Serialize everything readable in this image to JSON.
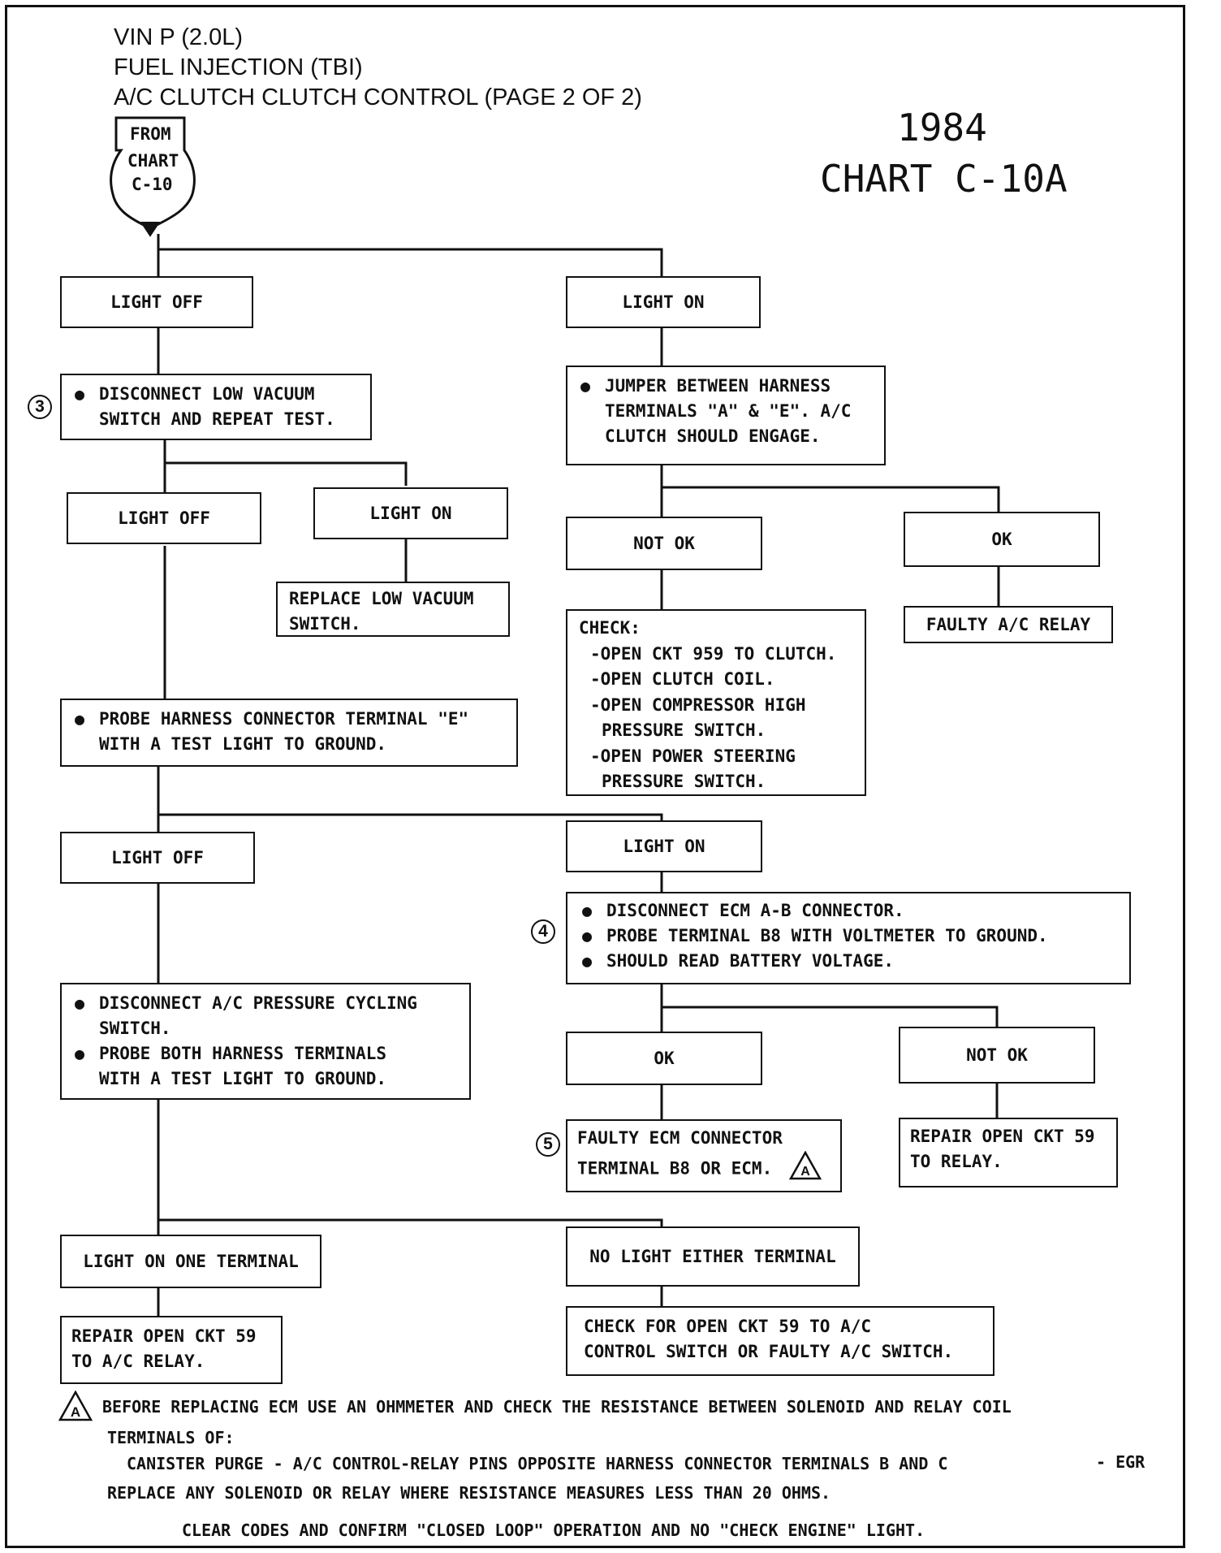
{
  "header": {
    "line1": "VIN P (2.0L)",
    "line2": "FUEL INJECTION (TBI)",
    "line3": "A/C CLUTCH CLUTCH CONTROL (PAGE 2 OF 2)",
    "year": "1984",
    "chart_title": "CHART C-10A"
  },
  "start_marker": {
    "line1": "FROM",
    "line2": "CHART",
    "line3": "C-10"
  },
  "left_column": {
    "light_off_1": "LIGHT OFF",
    "step3": {
      "callout": "3",
      "line1": "DISCONNECT LOW VACUUM",
      "line2": "SWITCH AND REPEAT TEST."
    },
    "light_off_2": "LIGHT OFF",
    "light_on_2": "LIGHT ON",
    "replace_vacuum": {
      "line1": "REPLACE LOW VACUUM",
      "line2": "SWITCH."
    },
    "probe_e": {
      "line1": "PROBE HARNESS CONNECTOR TERMINAL \"E\"",
      "line2": "WITH A TEST LIGHT TO GROUND."
    },
    "light_off_3": "LIGHT OFF",
    "disconnect_cycling": {
      "line1": "DISCONNECT A/C PRESSURE CYCLING",
      "line2": "SWITCH.",
      "line3": "PROBE BOTH HARNESS TERMINALS",
      "line4": "WITH A TEST LIGHT TO GROUND."
    },
    "light_on_one_terminal": "LIGHT ON ONE TERMINAL",
    "repair_59_relay": {
      "line1": "REPAIR OPEN CKT 59",
      "line2": "TO A/C RELAY."
    }
  },
  "right_column": {
    "light_on_1": "LIGHT ON",
    "jumper": {
      "line1": "JUMPER BETWEEN HARNESS",
      "line2": "TERMINALS \"A\" & \"E\". A/C",
      "line3": "CLUTCH SHOULD ENGAGE."
    },
    "not_ok_1": "NOT OK",
    "ok_1": "OK",
    "faulty_relay": "FAULTY A/C RELAY",
    "check_list": {
      "title": "CHECK:",
      "item1": "-OPEN CKT 959 TO CLUTCH.",
      "item2": "-OPEN CLUTCH COIL.",
      "item3a": "-OPEN COMPRESSOR HIGH",
      "item3b": "PRESSURE SWITCH.",
      "item4a": "-OPEN POWER STEERING",
      "item4b": "PRESSURE SWITCH."
    },
    "light_on_2": "LIGHT ON",
    "step4": {
      "callout": "4",
      "line1": "DISCONNECT ECM A-B CONNECTOR.",
      "line2": "PROBE TERMINAL B8 WITH VOLTMETER TO GROUND.",
      "line3": "SHOULD READ BATTERY VOLTAGE."
    },
    "ok_2": "OK",
    "not_ok_2": "NOT OK",
    "step5": {
      "callout": "5",
      "line1": "FAULTY ECM CONNECTOR",
      "line2": "TERMINAL B8 OR ECM.",
      "badge": "A"
    },
    "repair_59": {
      "line1": "REPAIR OPEN CKT 59",
      "line2": "TO RELAY."
    },
    "no_light": "NO LIGHT EITHER TERMINAL",
    "check_open_59": {
      "line1": "CHECK FOR OPEN CKT 59 TO A/C",
      "line2": "CONTROL SWITCH OR FAULTY A/C SWITCH."
    }
  },
  "notes": {
    "badge": "A",
    "line1": "BEFORE REPLACING ECM USE AN OHMMETER AND CHECK THE RESISTANCE BETWEEN SOLENOID AND RELAY COIL",
    "line2": "TERMINALS OF:",
    "line3a": "CANISTER PURGE  - A/C CONTROL-RELAY PINS OPPOSITE HARNESS CONNECTOR TERMINALS B AND C",
    "line3b": "- EGR",
    "line4": "REPLACE ANY SOLENOID OR RELAY WHERE RESISTANCE MEASURES LESS THAN 20 OHMS.",
    "line5": "CLEAR CODES AND CONFIRM \"CLOSED LOOP\" OPERATION AND NO \"CHECK ENGINE\" LIGHT."
  }
}
